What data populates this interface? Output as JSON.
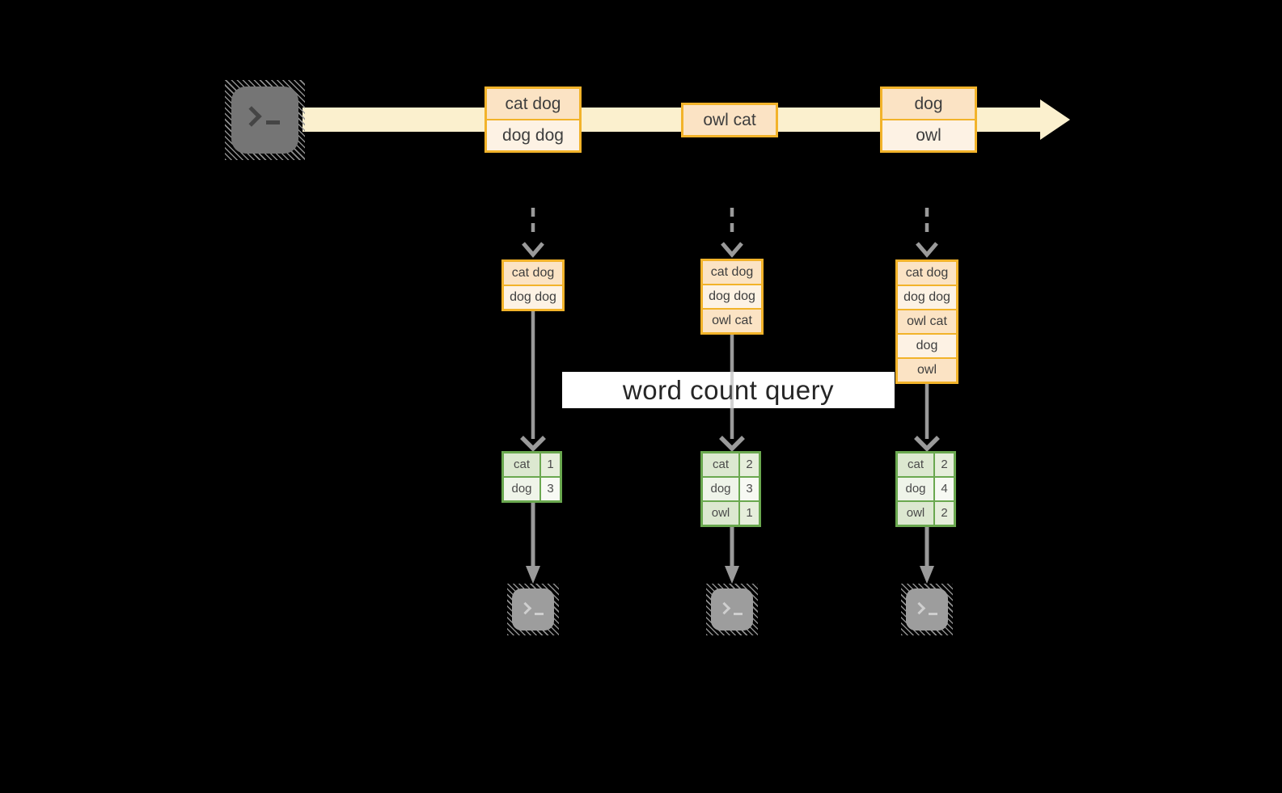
{
  "query": {
    "label": "word count query"
  },
  "stream": {
    "batches": [
      {
        "records": [
          "cat dog",
          "dog dog"
        ]
      },
      {
        "records": [
          "owl cat"
        ]
      },
      {
        "records": [
          "dog",
          "owl"
        ]
      }
    ]
  },
  "pipelines": [
    {
      "buffer": [
        "cat dog",
        "dog dog"
      ],
      "counts": [
        {
          "word": "cat",
          "count": "1"
        },
        {
          "word": "dog",
          "count": "3"
        }
      ]
    },
    {
      "buffer": [
        "cat dog",
        "dog dog",
        "owl cat"
      ],
      "counts": [
        {
          "word": "cat",
          "count": "2"
        },
        {
          "word": "dog",
          "count": "3"
        },
        {
          "word": "owl",
          "count": "1"
        }
      ]
    },
    {
      "buffer": [
        "cat dog",
        "dog dog",
        "owl cat",
        "dog",
        "owl"
      ],
      "counts": [
        {
          "word": "cat",
          "count": "2"
        },
        {
          "word": "dog",
          "count": "4"
        },
        {
          "word": "owl",
          "count": "2"
        }
      ]
    }
  ],
  "icons": {
    "producer": "terminal-icon",
    "consumers": [
      "terminal-icon",
      "terminal-icon",
      "terminal-icon"
    ]
  },
  "colors": {
    "background": "#000000",
    "accent_amber": "#F2B32A",
    "peach_dark": "#FBE3C4",
    "peach_light": "#FDF2E4",
    "stream_band": "#FBF0CE",
    "green_border": "#6AA84F",
    "green_dark": "#DCE8D0",
    "green_light": "#EFF4E9",
    "arrow_gray": "#9A9A9A",
    "terminal_dark": "#757575",
    "terminal_light": "#9D9D9D",
    "text_dark": "#3E3E3E",
    "query_bg": "#FFFFFF"
  }
}
